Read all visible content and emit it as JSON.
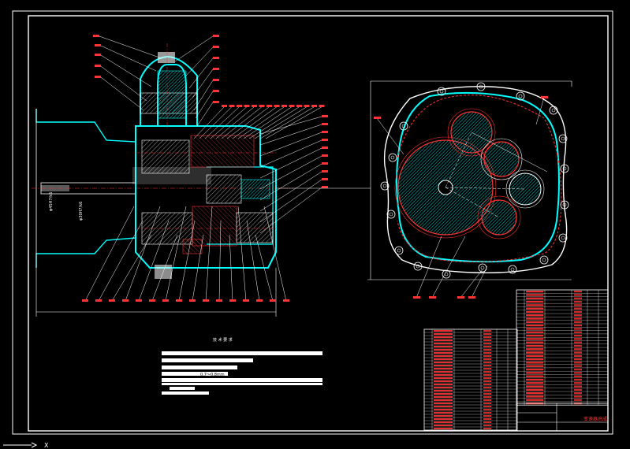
{
  "drawing": {
    "notes_heading": "技 术 要 求",
    "tech_note_fragment": "0.7～0.8mm",
    "title_block_name": "变速器总成",
    "left_dim_labels": [
      "φ45H7/k6",
      "φ30H7/k6"
    ],
    "colors": {
      "background": "#000000",
      "outline": "#ffffff",
      "housing": "#00ffff",
      "gear": "#ff3333",
      "leader": "#ff3333",
      "hatch": "#00cccc"
    }
  },
  "ui": {
    "axis_x_glyph": "X"
  }
}
